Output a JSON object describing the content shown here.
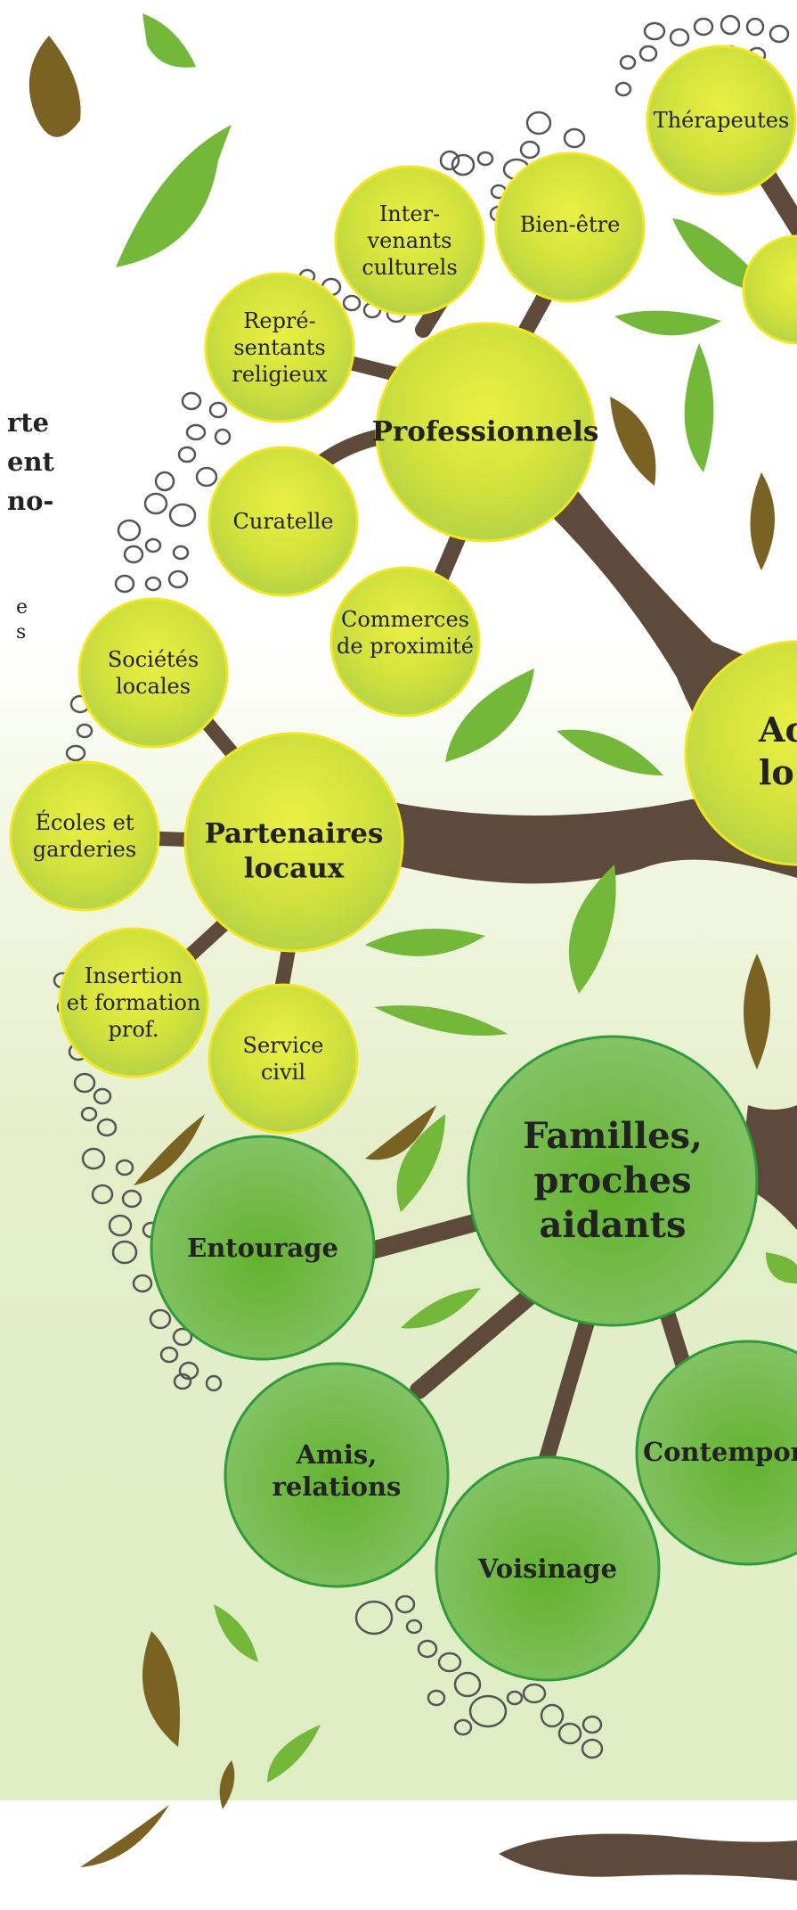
{
  "diagram": {
    "professionals_group": {
      "hub": "Professionnels",
      "nodes": [
        "Inter-\nvenants\nculturels",
        "Bien-être",
        "Repré-\nsentants\nreligieux",
        "Curatelle",
        "Commerces\nde proximité",
        "Thérapeutes"
      ]
    },
    "partners_group": {
      "hub": "Partenaires\nlocaux",
      "nodes": [
        "Sociétés\nlocales",
        "Écoles et\ngarderies",
        "Insertion\net formation\nprof.",
        "Service\ncivil"
      ]
    },
    "families_group": {
      "hub": "Familles,\nproches\naidants",
      "nodes": [
        "Entourage",
        "Amis,\nrelations",
        "Voisinage",
        "Contempor"
      ]
    },
    "right_hub_partial": "Ac\nlo",
    "left_partial_text": [
      "rte",
      "ent",
      "no-"
    ],
    "left_partial_small": [
      "e",
      "s"
    ],
    "colors": {
      "branch": "#5e4a3b",
      "yellow_circle": "#d7e33a",
      "yellow_border": "#f2e61f",
      "green_circle": "#6db83a",
      "green_border": "#2f9b3a",
      "leaf_green": "#74b83a",
      "leaf_brown": "#7a6322",
      "pebble": "#555555"
    }
  }
}
